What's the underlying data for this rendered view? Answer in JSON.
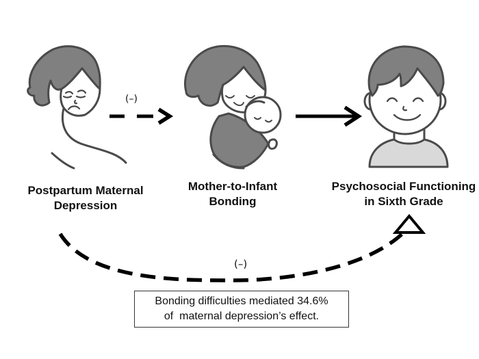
{
  "diagram": {
    "nodes": [
      {
        "id": "depression",
        "label_line1": "Postpartum Maternal",
        "label_line2": "Depression",
        "illustration": "sad-mother-icon"
      },
      {
        "id": "bonding",
        "label_line1": "Mother-to-Infant",
        "label_line2": "Bonding",
        "illustration": "mother-hugging-baby-icon"
      },
      {
        "id": "psychosocial",
        "label_line1": "Psychosocial Functioning",
        "label_line2": "in Sixth Grade",
        "illustration": "smiling-child-icon"
      }
    ],
    "edges": [
      {
        "from": "depression",
        "to": "bonding",
        "style": "dashed",
        "sign": "(–)"
      },
      {
        "from": "bonding",
        "to": "psychosocial",
        "style": "solid",
        "sign": ""
      },
      {
        "from": "depression",
        "to": "psychosocial",
        "style": "dashed-curved",
        "sign": "(–)"
      }
    ],
    "note": {
      "line1": "Bonding difficulties mediated 34.6%",
      "line2": "of  maternal depression’s effect."
    },
    "colors": {
      "hair": "#808080",
      "outline": "#4a4a4a",
      "arrow": "#000000",
      "shirt": "#d9d9d9"
    }
  }
}
